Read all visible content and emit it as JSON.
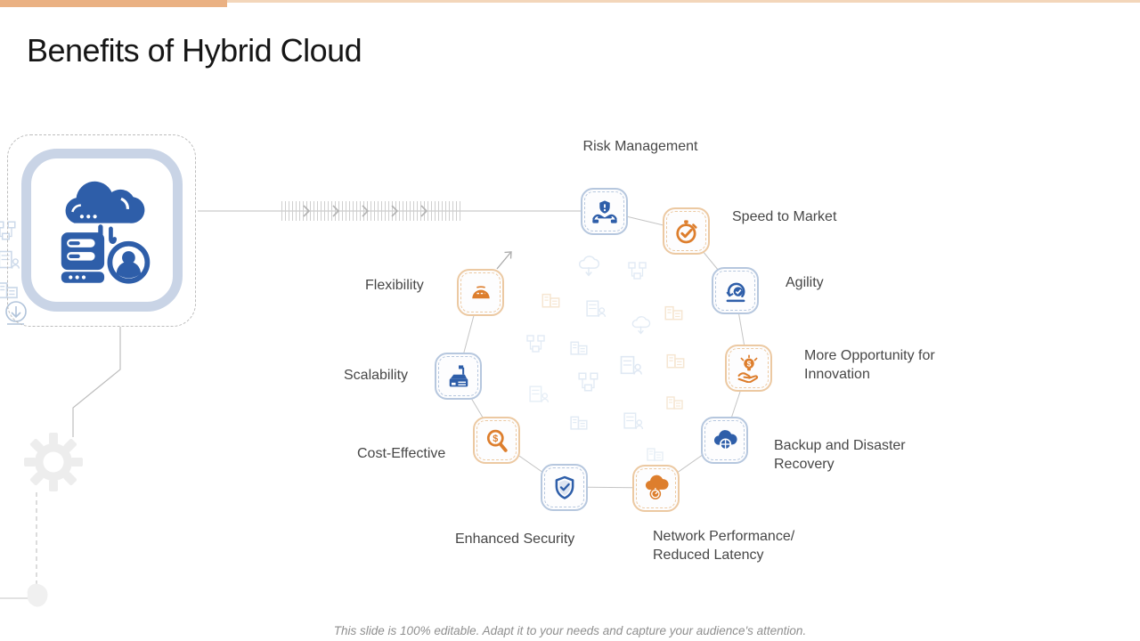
{
  "slide": {
    "title": "Benefits of Hybrid Cloud",
    "footer": "This slide is 100% editable. Adapt it to your needs and capture your audience's attention."
  },
  "hub": {
    "icon": "hybrid-cloud-server-user-icon"
  },
  "benefits": [
    {
      "label": "Risk Management",
      "icon": "shield-hands-icon",
      "color": "blue"
    },
    {
      "label": "Speed to Market",
      "icon": "stopwatch-check-icon",
      "color": "orange"
    },
    {
      "label": "Agility",
      "icon": "agile-cycle-check-icon",
      "color": "blue"
    },
    {
      "label": "More Opportunity for\nInnovation",
      "icon": "idea-bulb-hand-icon",
      "color": "orange"
    },
    {
      "label": "Backup and Disaster\nRecovery",
      "icon": "cloud-shield-icon",
      "color": "blue"
    },
    {
      "label": "Network Performance/\nReduced Latency",
      "icon": "cloud-gauge-icon",
      "color": "orange"
    },
    {
      "label": "Enhanced Security",
      "icon": "shield-check-icon",
      "color": "blue"
    },
    {
      "label": "Cost-Effective",
      "icon": "magnifier-dollar-icon",
      "color": "orange"
    },
    {
      "label": "Scalability",
      "icon": "scaling-machine-icon",
      "color": "blue"
    },
    {
      "label": "Flexibility",
      "icon": "flex-dome-icon",
      "color": "orange"
    }
  ],
  "colors": {
    "blue": "#2e5ea9",
    "orange": "#dd7e2d",
    "blue_border": "#b6c7de",
    "orange_border": "#ecc9a2",
    "bar_dark": "#eab183",
    "bar_light": "#f3d6ba",
    "label_text": "#474747"
  }
}
